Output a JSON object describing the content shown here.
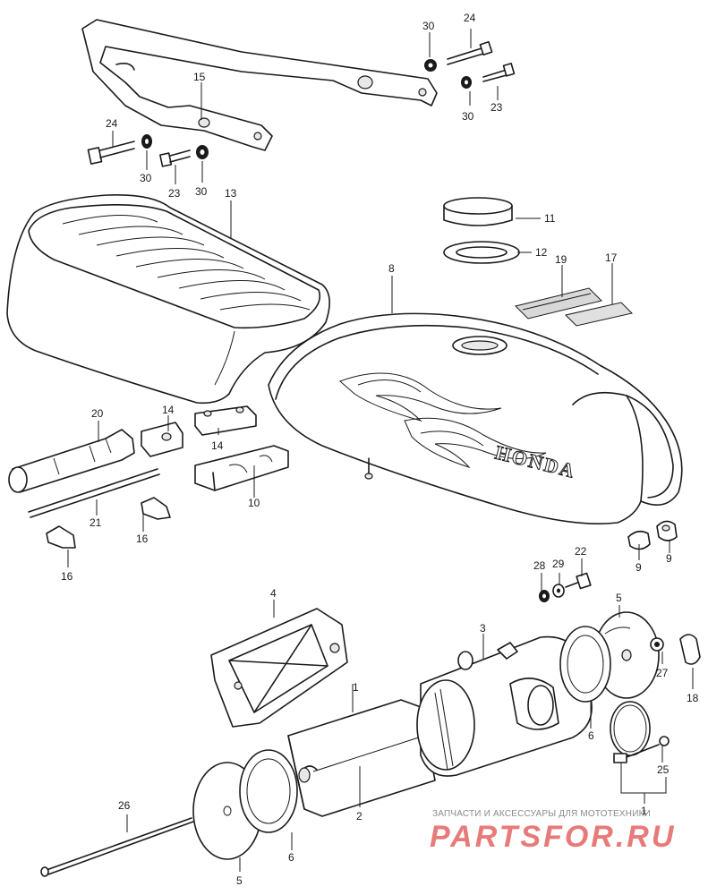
{
  "labels": {
    "p1a": "1",
    "p1b": "1",
    "p2": "2",
    "p3": "3",
    "p4": "4",
    "p5a": "5",
    "p5b": "5",
    "p6a": "6",
    "p6b": "6",
    "p8": "8",
    "p9a": "9",
    "p9b": "9",
    "p10": "10",
    "p11": "11",
    "p12": "12",
    "p13": "13",
    "p14a": "14",
    "p14b": "14",
    "p15": "15",
    "p16a": "16",
    "p16b": "16",
    "p17": "17",
    "p18": "18",
    "p19": "19",
    "p20": "20",
    "p21": "21",
    "p22": "22",
    "p23a": "23",
    "p23b": "23",
    "p24a": "24",
    "p24b": "24",
    "p25": "25",
    "p26": "26",
    "p27": "27",
    "p28": "28",
    "p29": "29",
    "p30a": "30",
    "p30b": "30",
    "p30c": "30",
    "p30d": "30"
  },
  "tank_logo": "HONDA",
  "watermark": {
    "tagline": "ЗАПЧАСТИ И АКСЕССУАРЫ ДЛЯ МОТОТЕХНИКИ",
    "brand": "PARTSFOR.RU"
  }
}
